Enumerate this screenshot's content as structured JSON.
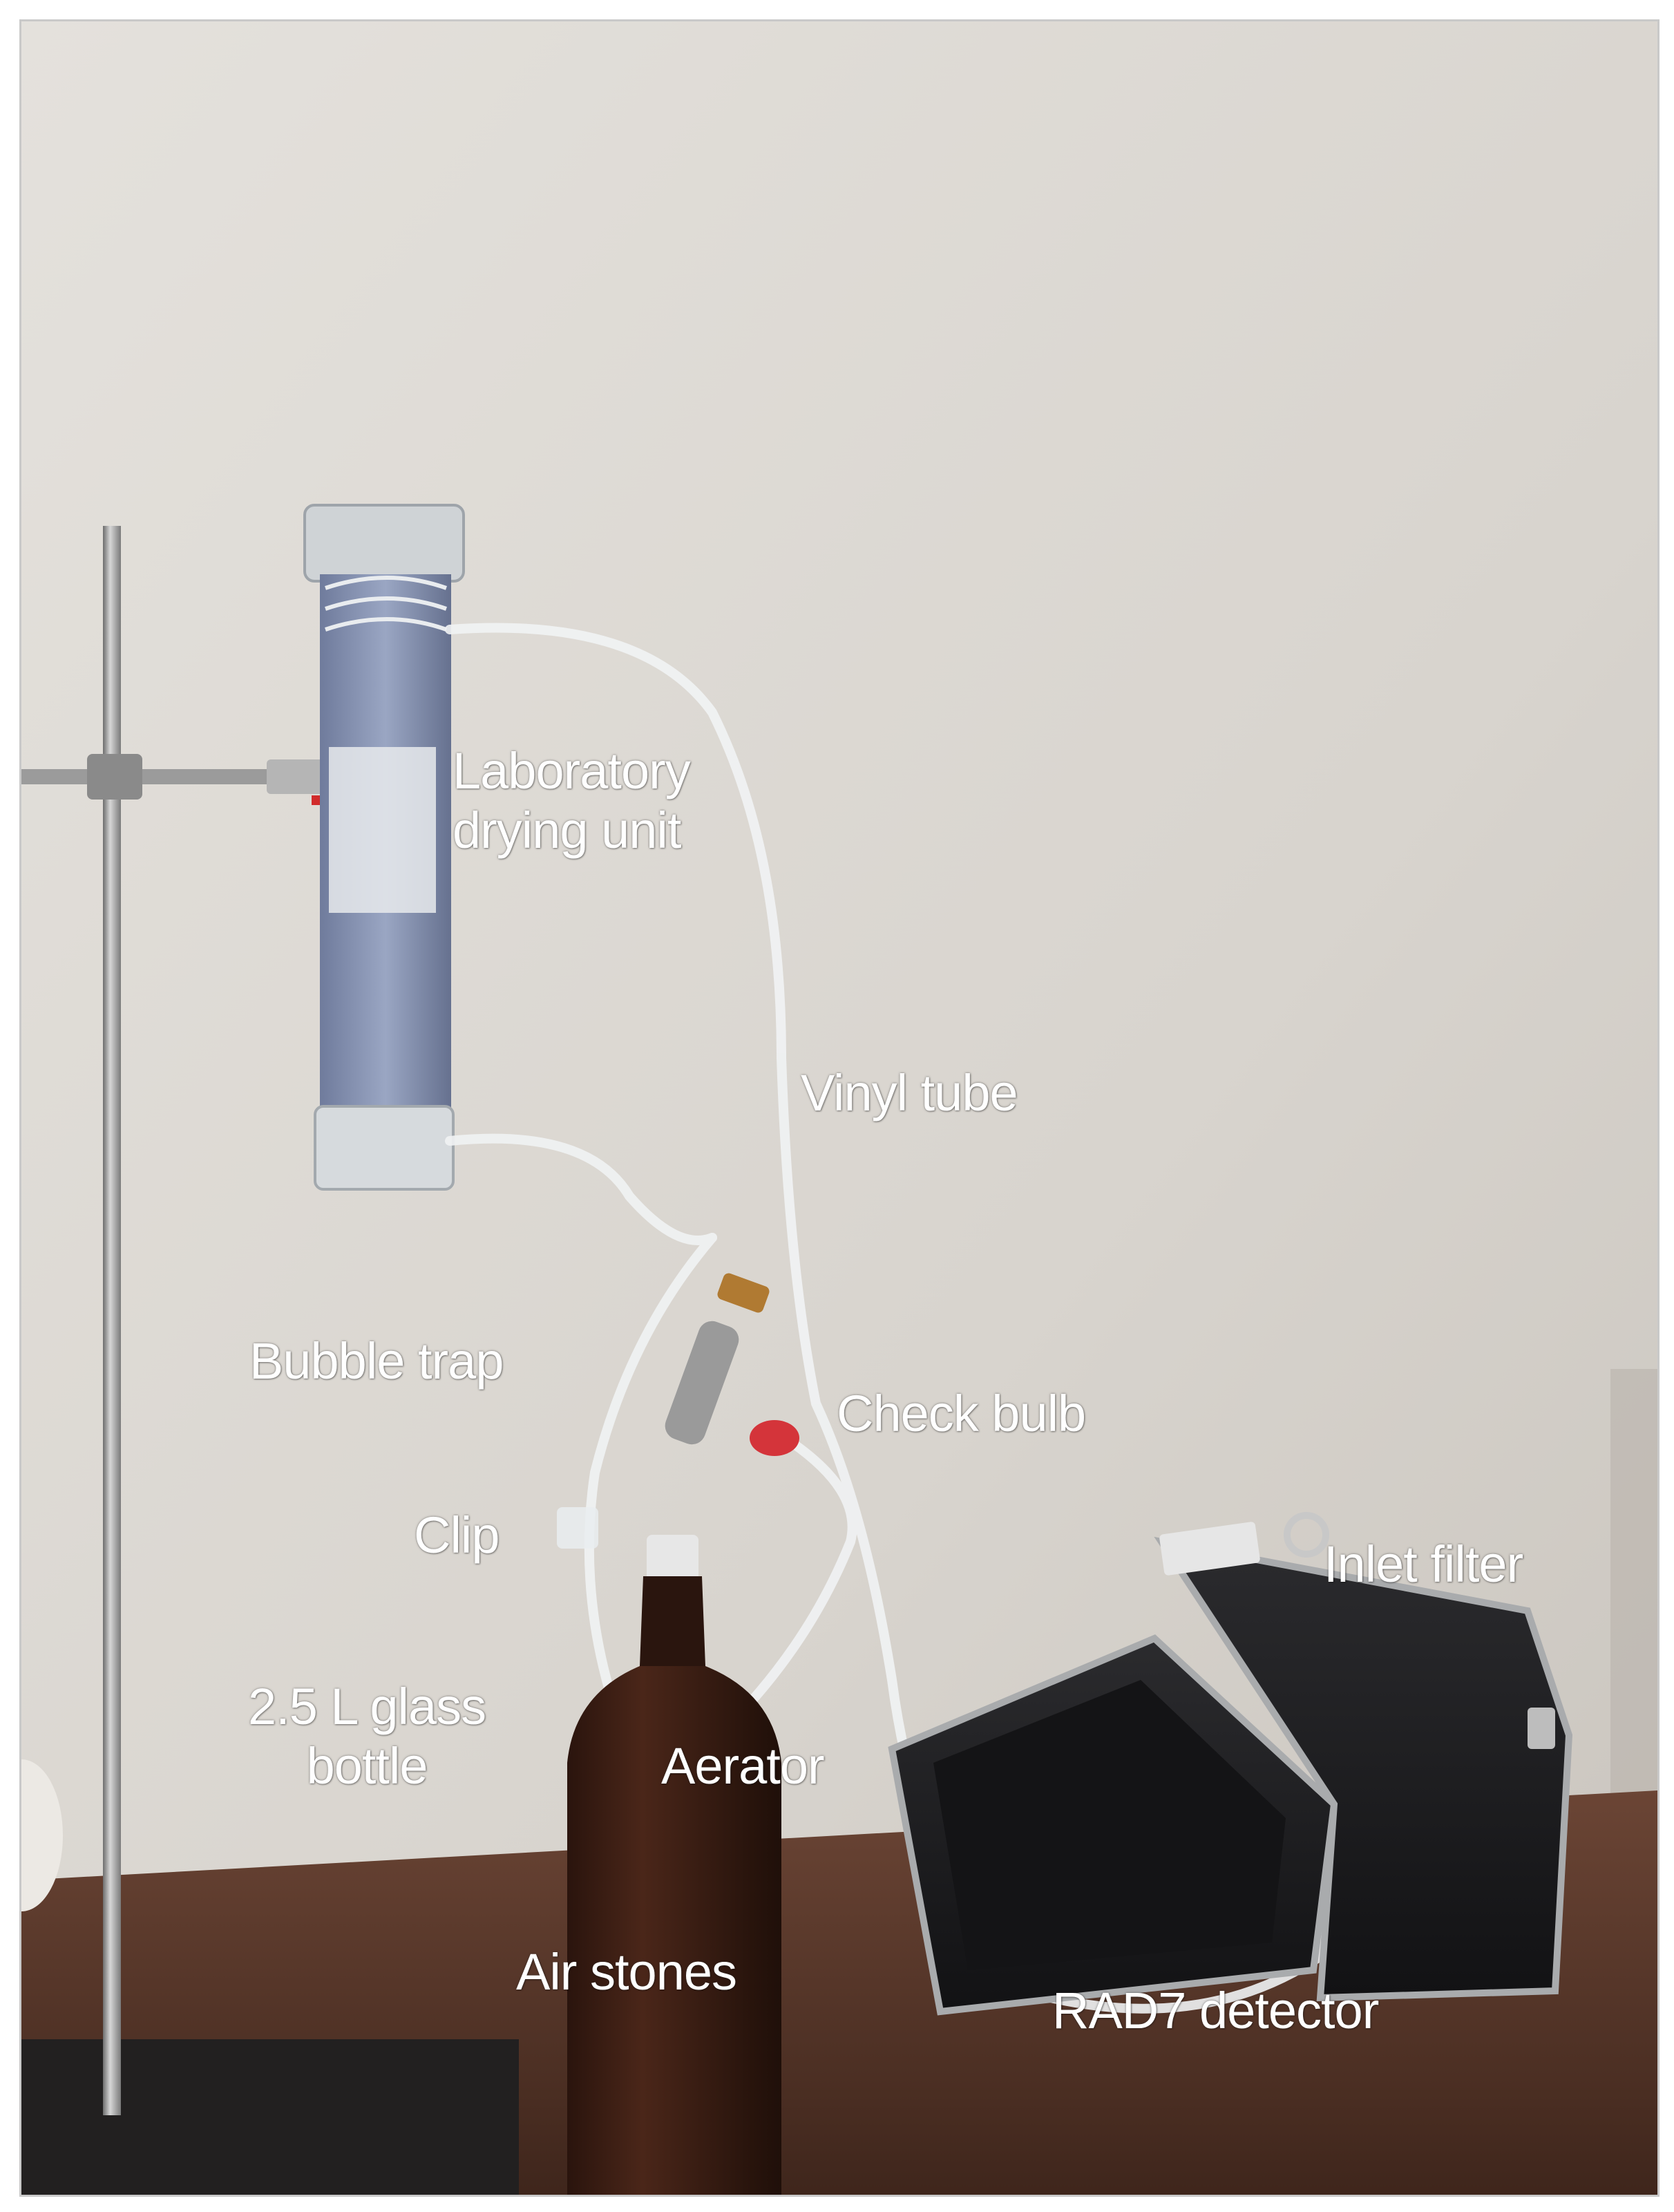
{
  "labels": {
    "drying_unit": [
      "Laboratory",
      "drying unit"
    ],
    "vinyl_tube": "Vinyl tube",
    "bubble_trap": "Bubble trap",
    "check_bulb": "Check bulb",
    "clip": "Clip",
    "inlet_filter": "Inlet  filter",
    "glass_bottle": [
      "2.5 L glass",
      "bottle"
    ],
    "aerator": "Aerator",
    "air_stones": "Air stones",
    "rad7_detector": "RAD7 detector"
  },
  "colors": {
    "wall": "#d9d5cf",
    "table": "#5a3a2c",
    "bottle": "#3a1e14",
    "detector": "#1e1e20",
    "desiccant": "#7f8cad",
    "label_text": "#ffffff"
  }
}
